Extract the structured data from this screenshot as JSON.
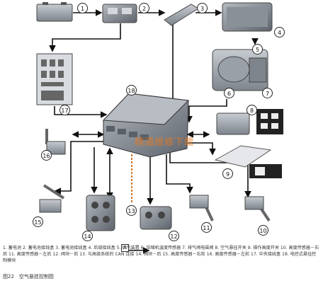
{
  "figure": {
    "label": "图22　空气悬挂控制图",
    "watermark": "精通维修下载",
    "legend_symbol": "A",
    "caption": "1. 蓄电池 2. 蓄电池接线盒 3. 蓄电池接线盒 4. 后部接线盒 5. 供气装置 6. 压缩机温度传感器 7. 排气阀电磁阀 8. 空气悬挂开关 9. 操作高度开关 10. 高度传感器－右后 11. 高度传感器－左后 12. 阀块－前 13. 与高级系统的 CAN 连接 14. 阀块－后 15. 高度传感器－右前 16. 高度传感器－左前 17. 中央接线盒 18. 电控式悬挂控制模块"
  },
  "callouts": [
    "1",
    "2",
    "3",
    "4",
    "5",
    "6",
    "7",
    "8",
    "9",
    "10",
    "11",
    "12",
    "13",
    "14",
    "15",
    "16",
    "17",
    "18"
  ],
  "colors": {
    "line": "#111111",
    "can_line": "#d06a10",
    "component": "#9aa0a8"
  }
}
